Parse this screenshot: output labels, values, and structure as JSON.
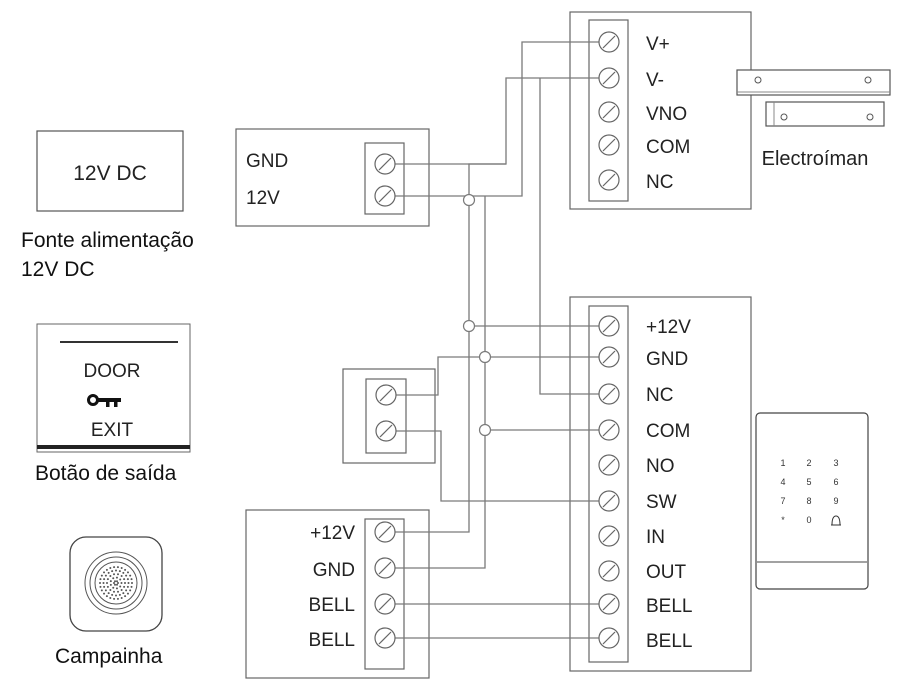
{
  "power_supply": {
    "label": "12V DC",
    "caption_line1": "Fonte alimentação",
    "caption_line2": "12V DC"
  },
  "exit_button": {
    "line1": "DOOR",
    "line2": "EXIT",
    "caption": "Botão de saída",
    "icon": "key-icon"
  },
  "doorbell": {
    "caption": "Campainha",
    "icon": "speaker-grille-icon"
  },
  "electromagnet": {
    "caption": "Electroíman",
    "icon": "magnetic-lock-icon"
  },
  "supply_terminal": {
    "labels": [
      "GND",
      "12V"
    ]
  },
  "lock_terminal": {
    "labels": [
      "V+",
      "V-",
      "VNO",
      "COM",
      "NC"
    ]
  },
  "controller_terminal": {
    "labels": [
      "+12V",
      "GND",
      "NC",
      "COM",
      "NO",
      "SW",
      "IN",
      "OUT",
      "BELL",
      "BELL"
    ]
  },
  "bell_terminal": {
    "labels": [
      "+12V",
      "GND",
      "BELL",
      "BELL"
    ]
  },
  "keypad": {
    "keys": [
      "1",
      "2",
      "3",
      "4",
      "5",
      "6",
      "7",
      "8",
      "9",
      "*",
      "0",
      "bell"
    ]
  },
  "colors": {
    "wire": "#7a7a7a",
    "box": "#8a8a8a",
    "text": "#222222"
  }
}
